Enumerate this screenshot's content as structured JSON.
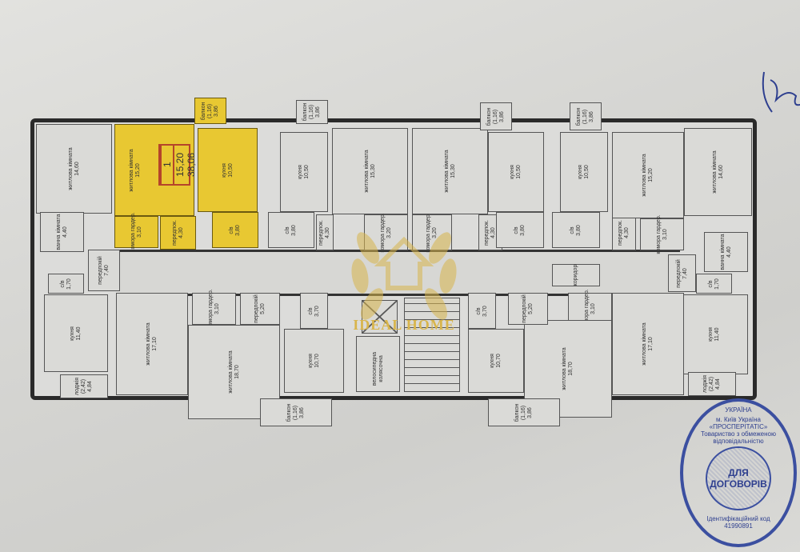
{
  "highlight": {
    "apartment_no": "1",
    "living_area": "15,20",
    "total_area": "38,06",
    "color": "#e8c832"
  },
  "watermark": {
    "text": "IDEAL HOME",
    "color": "#d8b54c"
  },
  "stamp": {
    "ring_text": "м. Київ Україна «ПРОСПЕРІТАТІС» Товариство з обмеженою відповідальністю",
    "code_text": "Ідентифікаційний код 41990891",
    "border_text": "УКРАЇНА",
    "center_line1": "ДЛЯ",
    "center_line2": "ДОГОВОРІВ",
    "color": "#3b4fa0"
  },
  "rooms": [
    {
      "name": "житлова кімната",
      "area": "14,60"
    },
    {
      "name": "житлова кімната",
      "area": "15,20"
    },
    {
      "name": "кухня",
      "area": "10,50"
    },
    {
      "name": "балкон",
      "extra": "(1,16)",
      "area": "3,86"
    },
    {
      "name": "комора гардер.",
      "area": "3,10"
    },
    {
      "name": "передпок.",
      "area": "4,30"
    },
    {
      "name": "с/в",
      "area": "3,80"
    },
    {
      "name": "ванна кімната",
      "area": "4,40"
    },
    {
      "name": "с/в",
      "area": "1,70"
    },
    {
      "name": "передпокій",
      "area": "7,40"
    },
    {
      "name": "кухня",
      "area": "11,40"
    },
    {
      "name": "житлова кімната",
      "area": "17,10"
    },
    {
      "name": "лоджія",
      "extra": "(2,42)",
      "area": "4,84"
    },
    {
      "name": "комора гардер.",
      "area": "3,10"
    },
    {
      "name": "житлова кімната",
      "area": "18,70"
    },
    {
      "name": "передпокій",
      "area": "5,20"
    },
    {
      "name": "с/в",
      "area": "3,70"
    },
    {
      "name": "кухня",
      "area": "10,70"
    },
    {
      "name": "балкон",
      "extra": "(1,16)",
      "area": "3,86"
    },
    {
      "name": "кухня",
      "area": "10,50"
    },
    {
      "name": "с/в",
      "area": "3,80"
    },
    {
      "name": "передпок.",
      "area": "4,30"
    },
    {
      "name": "житлова кімната",
      "area": "15,30"
    },
    {
      "name": "комора гардер.",
      "area": "3,20"
    },
    {
      "name": "комора гардер.",
      "area": "3,20"
    },
    {
      "name": "житлова кімната",
      "area": "15,30"
    },
    {
      "name": "передпок.",
      "area": "4,30"
    },
    {
      "name": "балкон",
      "extra": "(1,16)",
      "area": "3,86"
    },
    {
      "name": "кухня",
      "area": "10,50"
    },
    {
      "name": "с/в",
      "area": "3,80"
    },
    {
      "name": "балкон",
      "extra": "(1,16)",
      "area": "3,86"
    },
    {
      "name": "кухня",
      "area": "10,50"
    },
    {
      "name": "с/в",
      "area": "3,80"
    },
    {
      "name": "передпок.",
      "area": "4,30"
    },
    {
      "name": "житлова кімната",
      "area": "15,20"
    },
    {
      "name": "комора гардер.",
      "area": "3,10"
    },
    {
      "name": "житлова кімната",
      "area": "14,60"
    },
    {
      "name": "ванна кімната",
      "area": "4,40"
    },
    {
      "name": "с/в",
      "area": "1,70"
    },
    {
      "name": "передпокій",
      "area": "7,40"
    },
    {
      "name": "коридор"
    },
    {
      "name": "кухня",
      "area": "11,40"
    },
    {
      "name": "житлова кімната",
      "area": "17,10"
    },
    {
      "name": "лоджія",
      "extra": "(2,42)",
      "area": "4,84"
    },
    {
      "name": "комора гардер.",
      "area": "3,10"
    },
    {
      "name": "житлова кімната",
      "area": "18,70"
    },
    {
      "name": "передпокій",
      "area": "5,20"
    },
    {
      "name": "с/в",
      "area": "3,70"
    },
    {
      "name": "кухня",
      "area": "10,70"
    },
    {
      "name": "балкон",
      "extra": "(1,16)",
      "area": "3,86"
    },
    {
      "name": "велосипедна колясочна"
    },
    {
      "name": "балкон",
      "extra": "(1,16)",
      "area": "3,86"
    }
  ]
}
